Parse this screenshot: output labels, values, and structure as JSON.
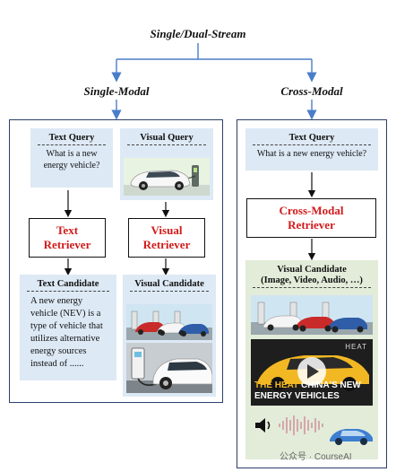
{
  "diagram": {
    "top_title": "Single/Dual-Stream",
    "left_title": "Single-Modal",
    "right_title": "Cross-Modal",
    "single_modal": {
      "text_query": {
        "title": "Text Query",
        "text": "What is a new energy vehicle?"
      },
      "visual_query": {
        "title": "Visual Query"
      },
      "text_retriever": "Text Retriever",
      "visual_retriever": "Visual Retriever",
      "text_candidate": {
        "title": "Text Candidate",
        "text": "A new energy vehicle (NEV) is a type of vehicle that utilizes alternative energy sources instead of ......"
      },
      "visual_candidate": {
        "title": "Visual Candidate"
      }
    },
    "cross_modal": {
      "text_query": {
        "title": "Text Query",
        "text": "What is a new energy vehicle?"
      },
      "retriever": "Cross-Modal Retriever",
      "visual_candidate": {
        "title": "Visual Candidate",
        "subtitle": "(Image, Video, Audio, …)"
      },
      "video_caption_line1": "THE HEAT",
      "video_caption_line1b": "CHINA'S NEW",
      "video_caption_line2": "ENERGY VEHICLES",
      "video_brand": "HEAT"
    },
    "watermark": "公众号 · CourseAI"
  },
  "colors": {
    "panel_border": "#2b3f6a",
    "card_bg": "#dde9f5",
    "arrow_blue": "#4a7ec8",
    "retriever_red": "#d11a1a",
    "video_yellow": "#f2b824"
  }
}
